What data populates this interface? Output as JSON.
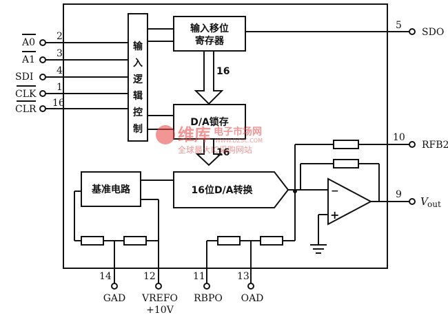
{
  "pins_left": [
    {
      "label": "A0",
      "num": "2"
    },
    {
      "label": "A1",
      "num": "3"
    },
    {
      "label": "SDI",
      "num": "4"
    },
    {
      "label": "CLK",
      "num": "1"
    },
    {
      "label": "CLR",
      "num": "16"
    }
  ],
  "blocks": {
    "input_logic": [
      "输",
      "入",
      "逻",
      "辑",
      "控",
      "制"
    ],
    "shift_register": [
      "输入移位",
      "寄存器"
    ],
    "latch": "D/A锁存",
    "dac": "16位D/A转换",
    "reference": "基准电路"
  },
  "bus_labels": {
    "top": "16",
    "bottom": "16"
  },
  "pins_right": [
    {
      "label": "SDO",
      "num": "5"
    },
    {
      "label": "RFB2",
      "num": "10"
    },
    {
      "label_v": "V",
      "label_sub": "out",
      "num": "9"
    }
  ],
  "pins_bottom": [
    {
      "label": "GAD",
      "num": "14"
    },
    {
      "label": "VREFO",
      "label2": "+10V",
      "num": "12"
    },
    {
      "label": "RBPO",
      "num": "11"
    },
    {
      "label": "OAD",
      "num": "13"
    }
  ],
  "opamp": {
    "minus": "−",
    "plus": "+"
  },
  "watermark": {
    "brand": "维库",
    "sub": "电子市场网",
    "site": "WWW.DZSC.COM",
    "tagline": "全球最大IC采购网站"
  },
  "colors": {
    "line": "#111111",
    "watermark": "#e8504f"
  }
}
